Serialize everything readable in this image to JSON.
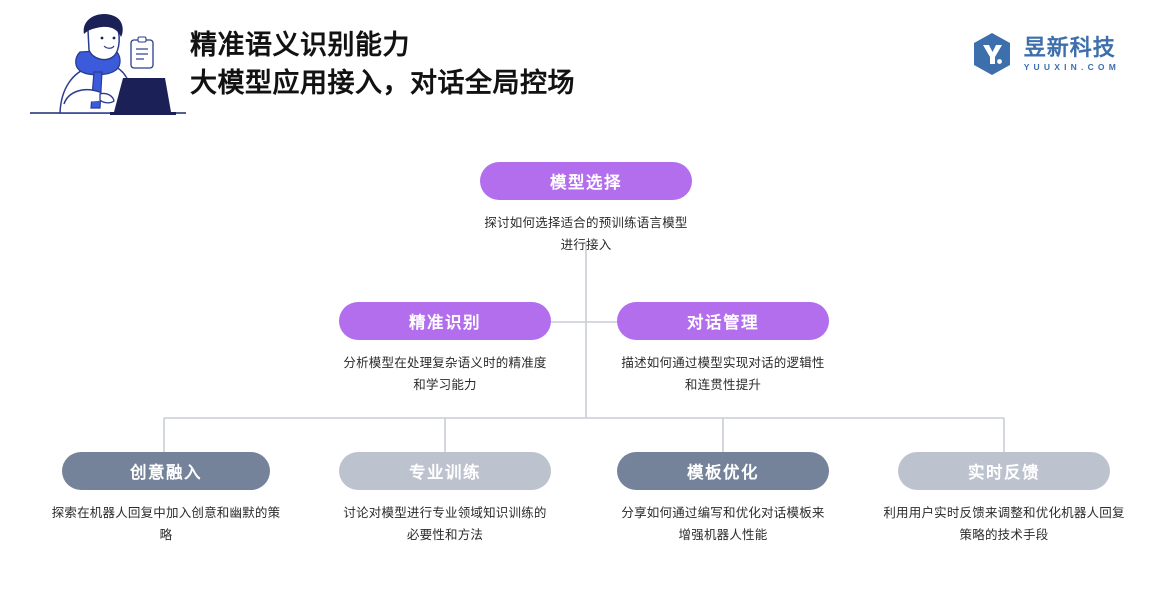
{
  "header": {
    "title_line1": "精准语义识别能力",
    "title_line2": "大模型应用接入，对话全局控场",
    "illustration_name": "person-working-on-laptop-illustration",
    "logo": {
      "brand_name": "昱新科技",
      "domain": "YUUXIN.COM",
      "mark_color": "#3d6fad"
    }
  },
  "colors": {
    "purple": "#b36eee",
    "slate_dark": "#75839a",
    "slate_light": "#bcc3ce",
    "connector": "#c9cdd4",
    "text": "#2b2b2b"
  },
  "diagram": {
    "type": "tree",
    "nodes": [
      {
        "id": "model-select",
        "level": 0,
        "title": "模型选择",
        "desc": "探讨如何选择适合的预训练语言模型进行接入",
        "color": "#b36eee"
      },
      {
        "id": "precise-recognition",
        "level": 1,
        "title": "精准识别",
        "desc": "分析模型在处理复杂语义时的精准度和学习能力",
        "color": "#b36eee"
      },
      {
        "id": "dialog-management",
        "level": 1,
        "title": "对话管理",
        "desc": "描述如何通过模型实现对话的逻辑性和连贯性提升",
        "color": "#b36eee"
      },
      {
        "id": "creative",
        "level": 2,
        "title": "创意融入",
        "desc": "探索在机器人回复中加入创意和幽默的策略",
        "color": "#75839a"
      },
      {
        "id": "training",
        "level": 2,
        "title": "专业训练",
        "desc": "讨论对模型进行专业领域知识训练的必要性和方法",
        "color": "#bcc3ce"
      },
      {
        "id": "template",
        "level": 2,
        "title": "模板优化",
        "desc": "分享如何通过编写和优化对话模板来增强机器人性能",
        "color": "#75839a"
      },
      {
        "id": "feedback",
        "level": 2,
        "title": "实时反馈",
        "desc": "利用用户实时反馈来调整和优化机器人回复策略的技术手段",
        "color": "#bcc3ce"
      }
    ]
  }
}
